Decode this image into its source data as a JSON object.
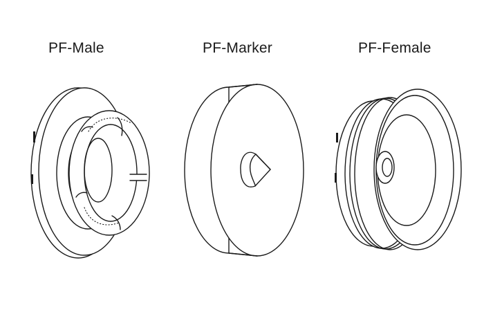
{
  "parts": [
    {
      "name": "PF-Male"
    },
    {
      "name": "PF-Marker"
    },
    {
      "name": "PF-Female"
    }
  ],
  "colors": {
    "stroke": "#1a1a1a",
    "background": "#ffffff"
  }
}
